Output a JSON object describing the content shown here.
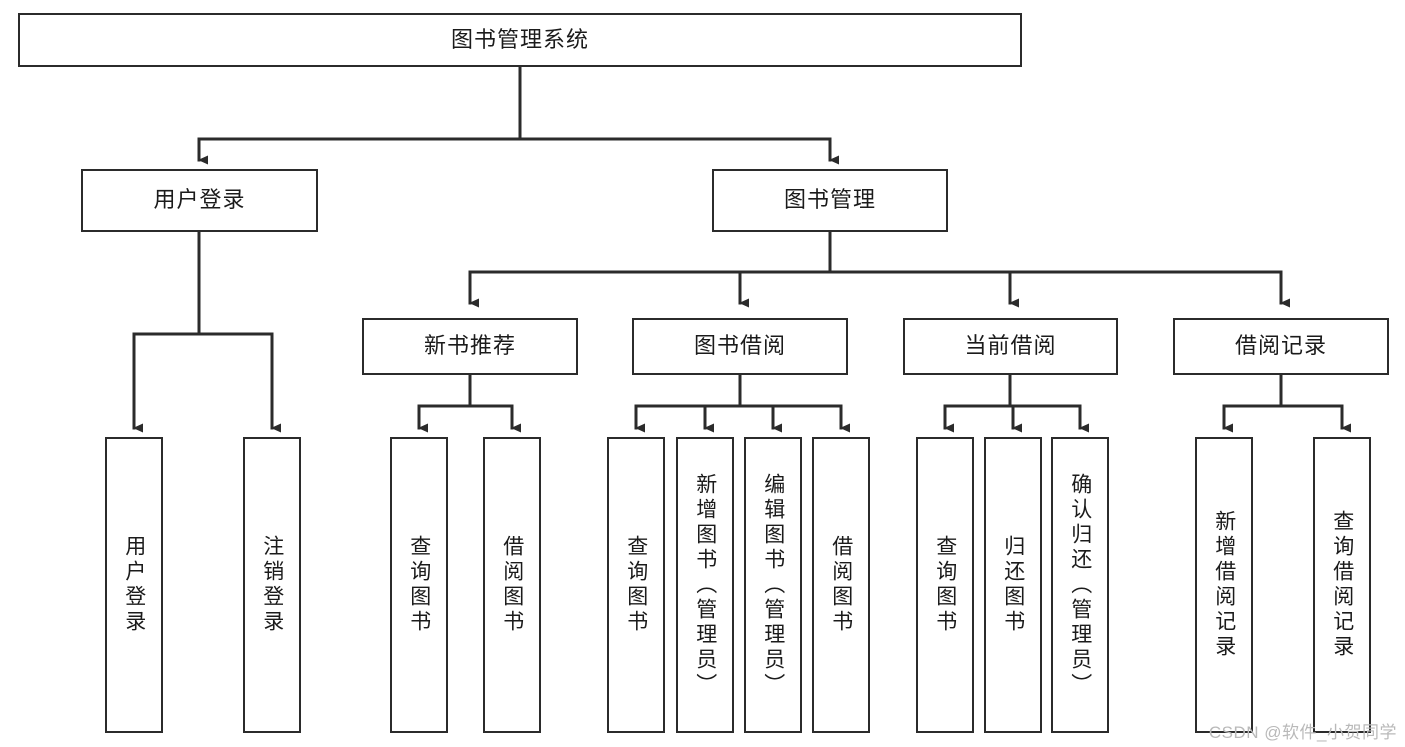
{
  "diagram": {
    "title": "图书管理系统",
    "type": "hierarchy-tree",
    "orientation": "top-down",
    "watermark": "CSDN @软件_小贺同学",
    "colors": {
      "stroke": "#2b2b2b",
      "fill": "#ffffff",
      "text": "#1b1b1b",
      "watermark": "#b9b9b9"
    }
  },
  "nodes": {
    "root": {
      "label": "图书管理系统",
      "level": 1
    },
    "level2": [
      {
        "id": "user-login",
        "label": "用户登录"
      },
      {
        "id": "book-manage",
        "label": "图书管理"
      }
    ],
    "level3": [
      {
        "id": "new-book-recommend",
        "label": "新书推荐"
      },
      {
        "id": "book-borrow",
        "label": "图书借阅"
      },
      {
        "id": "current-borrow",
        "label": "当前借阅"
      },
      {
        "id": "borrow-record",
        "label": "借阅记录"
      }
    ],
    "leaves": {
      "user_login": [
        {
          "id": "leaf-user-login",
          "label": "用户登录"
        },
        {
          "id": "leaf-logout",
          "label": "注销登录"
        }
      ],
      "new_book_recommend": [
        {
          "id": "leaf-query-book-1",
          "label": "查询图书"
        },
        {
          "id": "leaf-borrow-book-1",
          "label": "借阅图书"
        }
      ],
      "book_borrow": [
        {
          "id": "leaf-query-book-2",
          "label": "查询图书"
        },
        {
          "id": "leaf-add-book",
          "label": "新增图书（管理员）"
        },
        {
          "id": "leaf-edit-book",
          "label": "编辑图书（管理员）"
        },
        {
          "id": "leaf-borrow-book-2",
          "label": "借阅图书"
        }
      ],
      "current_borrow": [
        {
          "id": "leaf-query-book-3",
          "label": "查询图书"
        },
        {
          "id": "leaf-return-book",
          "label": "归还图书"
        },
        {
          "id": "leaf-confirm-return",
          "label": "确认归还（管理员）"
        }
      ],
      "borrow_record": [
        {
          "id": "leaf-add-record",
          "label": "新增借阅记录"
        },
        {
          "id": "leaf-query-record",
          "label": "查询借阅记录"
        }
      ]
    }
  }
}
